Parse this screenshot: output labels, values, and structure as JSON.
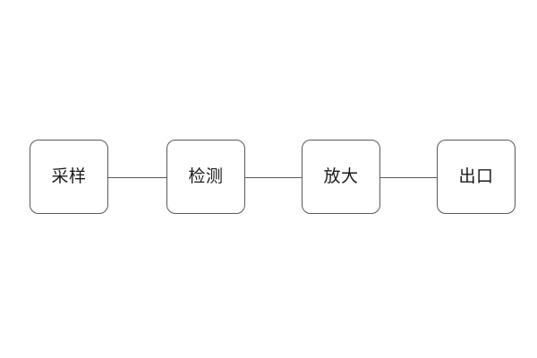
{
  "diagram": {
    "type": "flow-chart",
    "orientation": "horizontal",
    "background_color": "#ffffff",
    "node_border_color": "#595959",
    "node_fill_color": "#ffffff",
    "connector_color": "#595959",
    "text_color": "#1a1a1a",
    "nodes": [
      {
        "id": "sampling",
        "label": "采样"
      },
      {
        "id": "detection",
        "label": "检测"
      },
      {
        "id": "amplification",
        "label": "放大"
      },
      {
        "id": "output",
        "label": "出口"
      }
    ],
    "connectors": [
      {
        "from": "sampling",
        "to": "detection"
      },
      {
        "from": "detection",
        "to": "amplification"
      },
      {
        "from": "amplification",
        "to": "output"
      }
    ]
  }
}
